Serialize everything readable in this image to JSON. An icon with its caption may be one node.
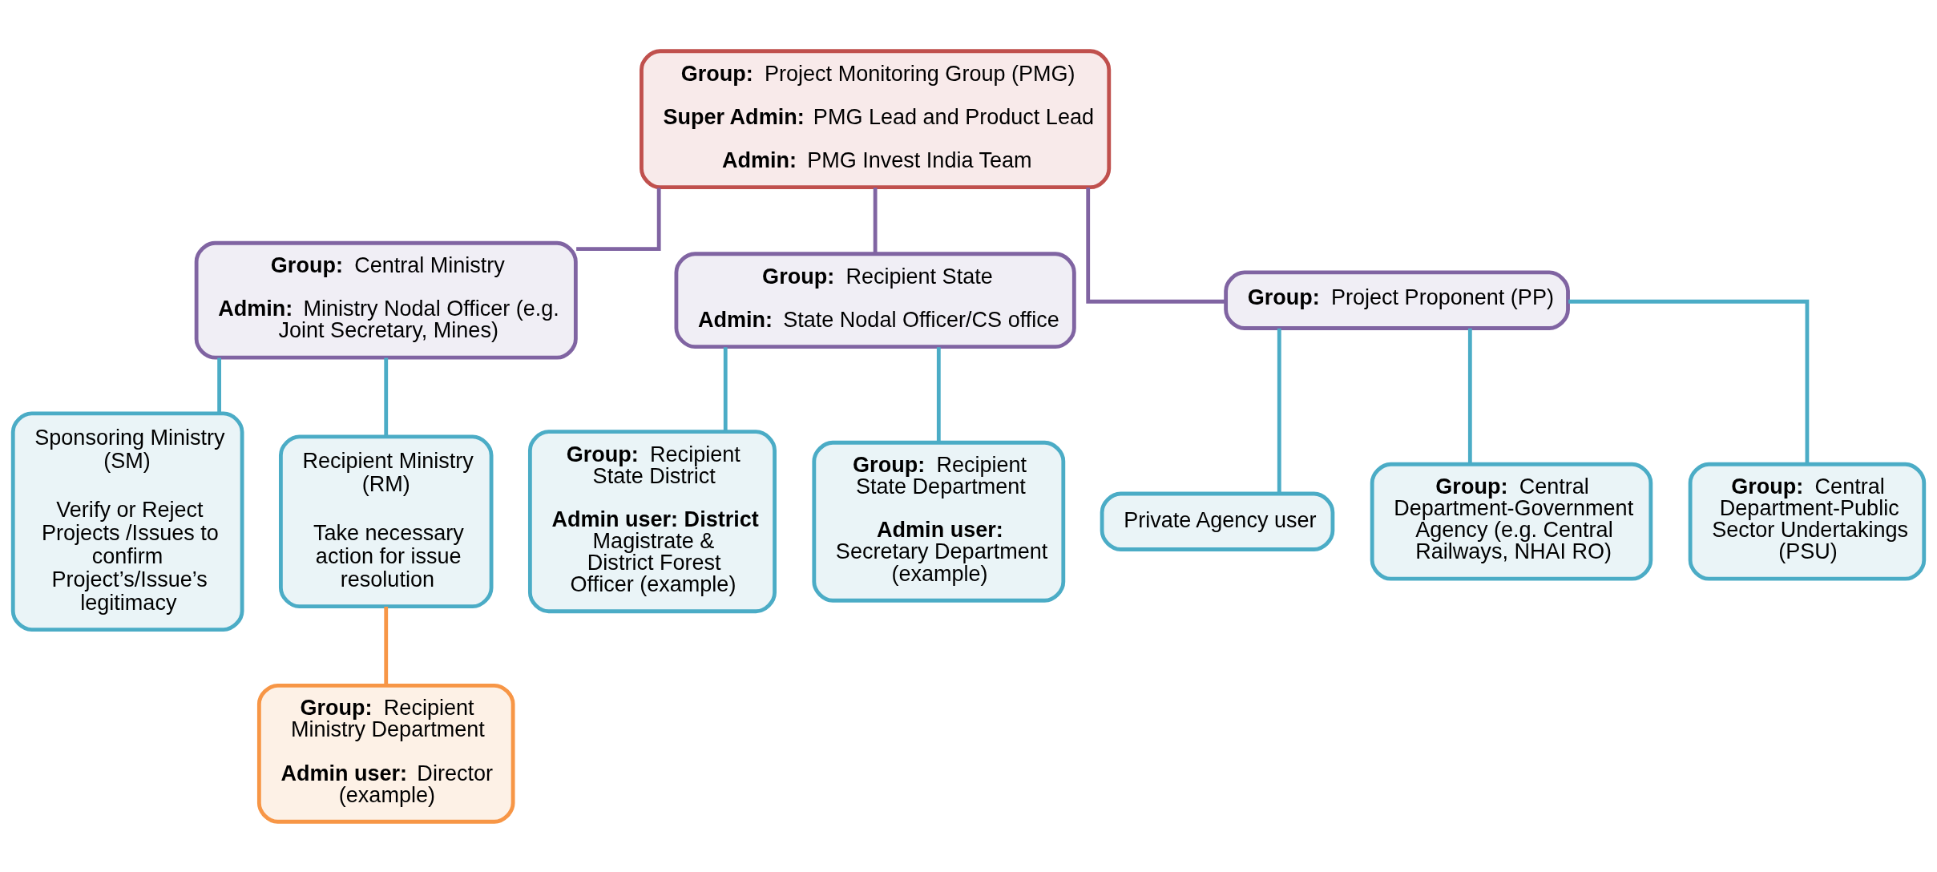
{
  "diagram": {
    "nodes": [
      {
        "text": [
          "**Group:** Project Monitoring Group (PMG)",
          "**Super Admin:** PMG Lead and Product Lead",
          "**Admin:** PMG Invest India Team"
        ]
      },
      {
        "text": [
          "**Group:** Central Ministry",
          "**Admin:** Ministry Nodal Officer (e.g. Joint Secretary, Mines)"
        ]
      },
      {
        "text": [
          "**Group:** Recipient State",
          "**Admin:** State Nodal Officer/CS office"
        ]
      },
      {
        "text": [
          "**Group:** Project Proponent (PP)"
        ]
      },
      {
        "text": [
          "Sponsoring Ministry (SM)",
          "Verify or Reject Projects /Issues to confirm Project’s/Issue’s legitimacy"
        ]
      },
      {
        "text": [
          "Recipient Ministry (RM)",
          "Take necessary action for issue resolution"
        ]
      },
      {
        "text": [
          "**Group:** Recipient Ministry Department",
          "**Admin user:** Director (example)"
        ]
      },
      {
        "text": [
          "**Group:** Recipient State District",
          "**Admin user: District** Magistrate & District Forest Officer (example)"
        ]
      },
      {
        "text": [
          "**Group:** Recipient State Department",
          "**Admin user:** Secretary Department (example)"
        ]
      },
      {
        "text": [
          "Private Agency user"
        ]
      },
      {
        "text": [
          "**Group:** Central Department-Government Agency (e.g. Central Railways, NHAI RO)"
        ]
      },
      {
        "text": [
          "**Group:** Central Department-Public Sector Undertakings (PSU)"
        ]
      }
    ],
    "edges": [
      {
        "from": 0,
        "to": 1,
        "arrow": "none",
        "color": "#8064a2"
      },
      {
        "from": 0,
        "to": 2,
        "arrow": "none",
        "color": "#8064a2"
      },
      {
        "from": 0,
        "to": 3,
        "arrow": "none",
        "color": "#8064a2"
      },
      {
        "from": 1,
        "to": 4,
        "arrow": "none"
      },
      {
        "from": 1,
        "to": 5,
        "arrow": "none"
      },
      {
        "from": 5,
        "to": 6,
        "arrow": "none",
        "color": "#f79646"
      },
      {
        "from": 2,
        "to": 7,
        "arrow": "none"
      },
      {
        "from": 2,
        "to": 8,
        "arrow": "none"
      },
      {
        "from": 3,
        "to": 9,
        "arrow": "none"
      },
      {
        "from": 3,
        "to": 10,
        "arrow": "none"
      },
      {
        "from": 3,
        "to": 11,
        "arrow": "none"
      }
    ]
  }
}
